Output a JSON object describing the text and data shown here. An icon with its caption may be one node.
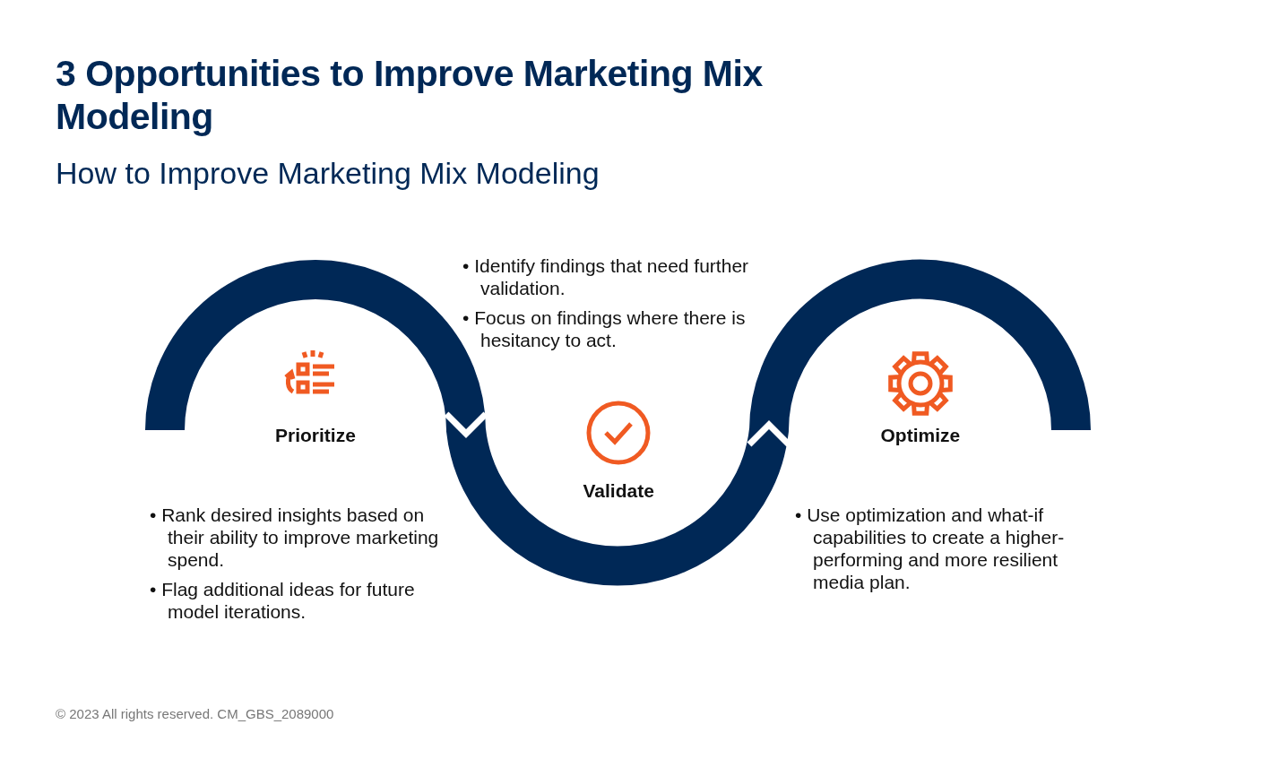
{
  "diagram": {
    "title": "3 Opportunities to Improve Marketing Mix Modeling",
    "nodes": [
      {
        "text": [
          "Prioritize"
        ],
        "beside": [
          "• Rank desired insights based on their ability to improve marketing spend.",
          "• Flag additional ideas for future model iterations."
        ]
      },
      {
        "text": [
          "Validate"
        ],
        "beside": [
          "• Identify findings that need further validation.",
          "• Focus on findings where there is hesitancy to act."
        ]
      },
      {
        "text": [
          "Optimize"
        ],
        "beside": [
          "• Use optimization and what-if capabilities to create a higher-performing and more resilient media plan."
        ]
      }
    ],
    "labels": [
      "How to Improve Marketing Mix Modeling",
      "© 2023 All rights reserved. CM_GBS_2089000"
    ]
  }
}
